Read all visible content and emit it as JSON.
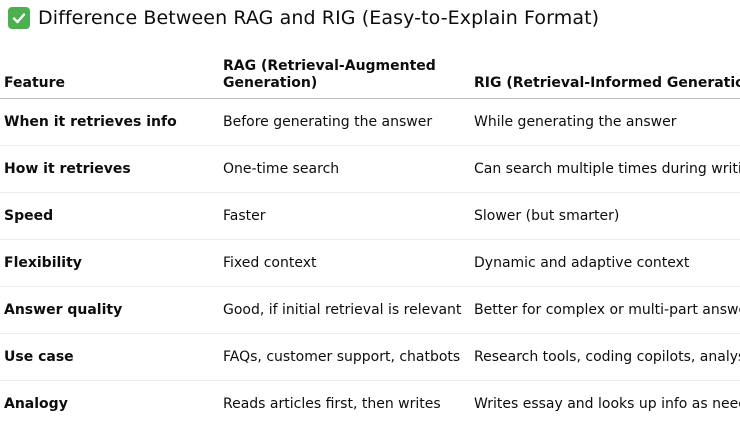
{
  "title": {
    "icon": "check-mark-button-icon",
    "text": "Difference Between RAG and RIG (Easy-to-Explain Format)"
  },
  "colors": {
    "check_bg": "#4caf50",
    "header_rule": "#bdbdbd",
    "row_rule": "#ececec"
  },
  "table": {
    "headers": [
      "Feature",
      "RAG (Retrieval-Augmented Generation)",
      "RIG (Retrieval-Informed Generation)"
    ],
    "rows": [
      {
        "feature": "When it retrieves info",
        "rag": "Before generating the answer",
        "rig": "While generating the answer"
      },
      {
        "feature": "How it retrieves",
        "rag": "One-time search",
        "rig": "Can search multiple times during writing"
      },
      {
        "feature": "Speed",
        "rag": "Faster",
        "rig": "Slower (but smarter)"
      },
      {
        "feature": "Flexibility",
        "rag": "Fixed context",
        "rig": "Dynamic and adaptive context"
      },
      {
        "feature": "Answer quality",
        "rag": "Good, if initial retrieval is relevant",
        "rig": "Better for complex or multi-part answers"
      },
      {
        "feature": "Use case",
        "rag": "FAQs, customer support, chatbots",
        "rig": "Research tools, coding copilots, analysis"
      },
      {
        "feature": "Analogy",
        "rag": "Reads articles first, then writes",
        "rig": "Writes essay and looks up info as needed"
      }
    ]
  }
}
